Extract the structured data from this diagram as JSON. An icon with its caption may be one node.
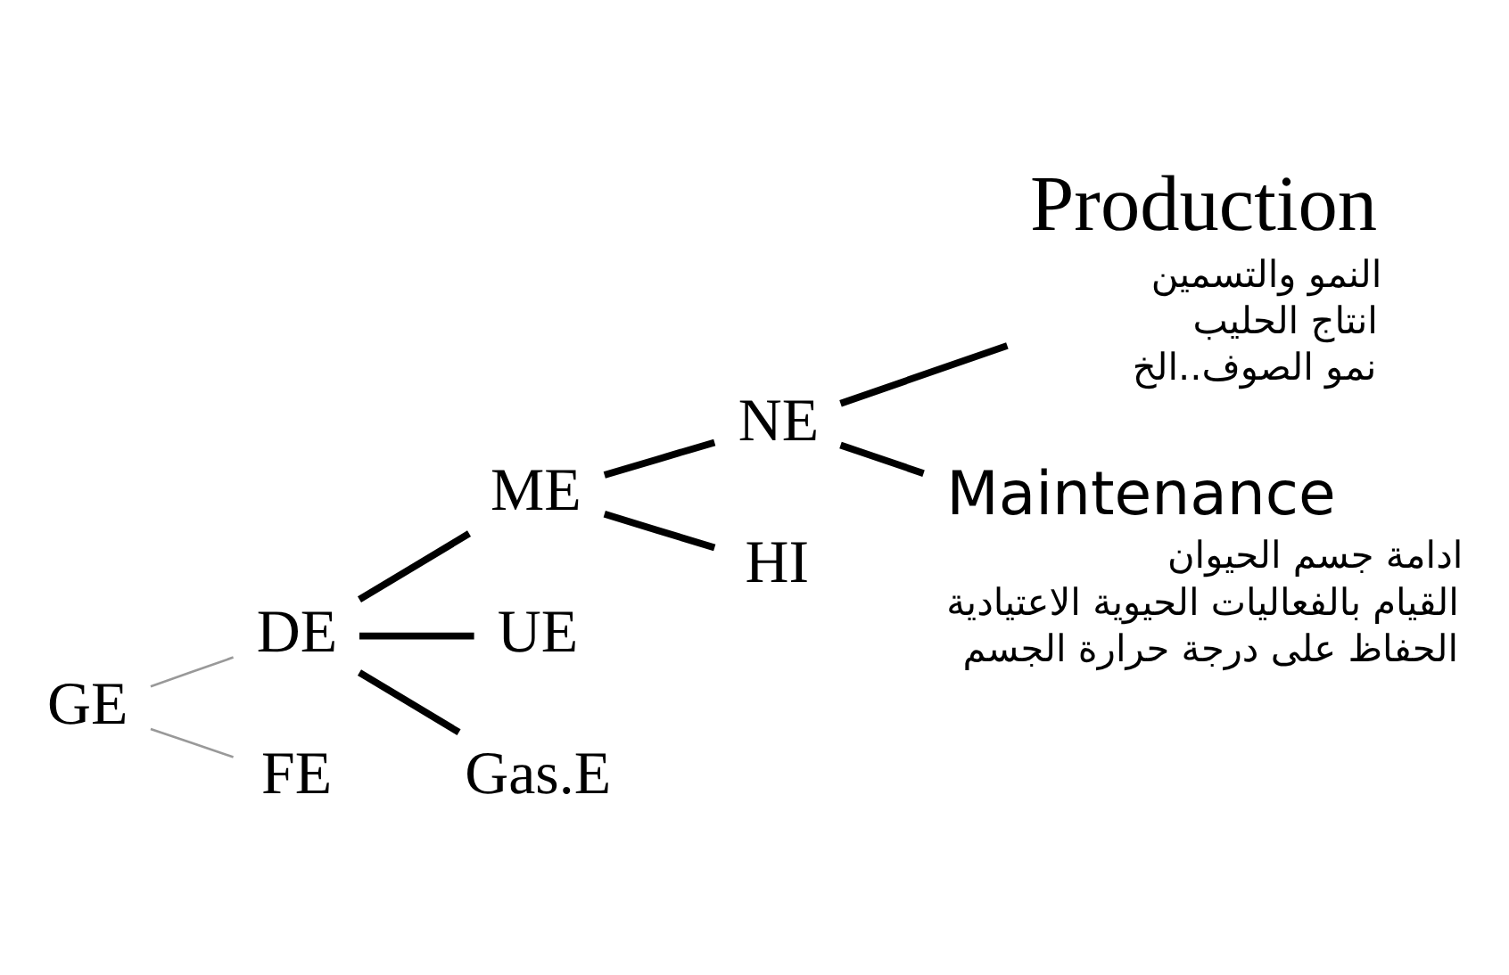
{
  "diagram": {
    "nodes": [
      {
        "text": [
          "GE"
        ]
      },
      {
        "text": [
          "DE"
        ]
      },
      {
        "text": [
          "FE"
        ]
      },
      {
        "text": [
          "ME"
        ]
      },
      {
        "text": [
          "UE"
        ]
      },
      {
        "text": [
          "Gas.E"
        ]
      },
      {
        "text": [
          "NE"
        ]
      },
      {
        "text": [
          "HI"
        ]
      },
      {
        "text": [
          "Production",
          "النمو والتسمين",
          "انتاج الحليب",
          "نمو الصوف..الخ"
        ]
      },
      {
        "text": [
          "Maintenance",
          "ادامة جسم الحيوان",
          "القيام بالفعاليات الحيوية الاعتيادية",
          "الحفاظ على درجة حرارة الجسم"
        ]
      }
    ],
    "edges": [
      {
        "from": 0,
        "to": 1,
        "arrow": "none",
        "color": "#999999"
      },
      {
        "from": 0,
        "to": 2,
        "arrow": "none",
        "color": "#999999"
      },
      {
        "from": 1,
        "to": 3,
        "arrow": "none"
      },
      {
        "from": 1,
        "to": 4,
        "arrow": "none"
      },
      {
        "from": 1,
        "to": 5,
        "arrow": "none"
      },
      {
        "from": 3,
        "to": 6,
        "arrow": "none"
      },
      {
        "from": 3,
        "to": 7,
        "arrow": "none"
      },
      {
        "from": 6,
        "to": 8,
        "arrow": "none"
      },
      {
        "from": 6,
        "to": 9,
        "arrow": "none"
      }
    ]
  }
}
